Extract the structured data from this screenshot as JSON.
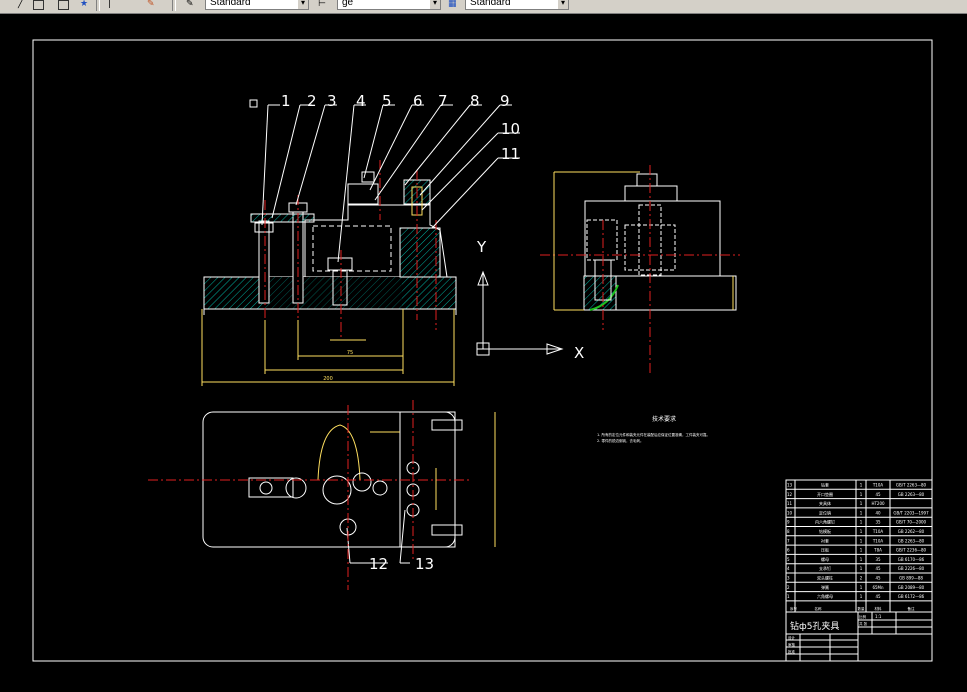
{
  "toolbar": {
    "combo1": "Standard",
    "combo2": "ge",
    "combo3": "Standard",
    "combo_arrow": "▾"
  },
  "drawing": {
    "balloons": [
      "1",
      "2",
      "3",
      "4",
      "5",
      "6",
      "7",
      "8",
      "9",
      "10",
      "11",
      "12",
      "13"
    ],
    "axis_y": "Y",
    "axis_x": "X",
    "tech_title": "技术要求",
    "tech_line1": "1. 所有的定位元件和装夹元件在装配后应保证位置准确，工件装夹可靠。",
    "tech_line2": "2. 零件的锐边倒钝，去毛刺。",
    "title_name": "钻ф5孔夹具",
    "title_scale": "1:1",
    "dim_total": "200",
    "dim_inner": "75"
  },
  "bom": {
    "rows": [
      {
        "no": "13",
        "name": "钻套",
        "qty": "1",
        "mat": "T10A",
        "std": "GB/T 2263—80"
      },
      {
        "no": "12",
        "name": "开口垫圈",
        "qty": "1",
        "mat": "45",
        "std": "GB 2263—80"
      },
      {
        "no": "11",
        "name": "夹具体",
        "qty": "1",
        "mat": "HT200",
        "std": ""
      },
      {
        "no": "10",
        "name": "定位销",
        "qty": "1",
        "mat": "40",
        "std": "GB/T 2203—1997"
      },
      {
        "no": "9",
        "name": "内六角螺钉",
        "qty": "1",
        "mat": "35",
        "std": "GB/T 70—2000"
      },
      {
        "no": "8",
        "name": "钻模板",
        "qty": "1",
        "mat": "T10A",
        "std": "GB 2262—80"
      },
      {
        "no": "7",
        "name": "衬套",
        "qty": "1",
        "mat": "T10A",
        "std": "GB 2263—80"
      },
      {
        "no": "6",
        "name": "压板",
        "qty": "1",
        "mat": "T8A",
        "std": "GB/T 2236—80"
      },
      {
        "no": "5",
        "name": "螺母",
        "qty": "1",
        "mat": "35",
        "std": "GB 6170—86"
      },
      {
        "no": "4",
        "name": "支承钉",
        "qty": "1",
        "mat": "45",
        "std": "GB 2226—80"
      },
      {
        "no": "3",
        "name": "双头螺柱",
        "qty": "2",
        "mat": "45",
        "std": "GB 899—88"
      },
      {
        "no": "2",
        "name": "弹簧",
        "qty": "1",
        "mat": "65Mn",
        "std": "GB 2089—80"
      },
      {
        "no": "1",
        "name": "六角螺母",
        "qty": "1",
        "mat": "45",
        "std": "GB 6172—86"
      }
    ],
    "header": {
      "no": "序号",
      "name": "名称",
      "qty": "数量",
      "mat": "材料",
      "std": "备注"
    },
    "labels": {
      "design": "设计",
      "check": "审核",
      "approve": "批准",
      "scale": "比例",
      "sheet": "共 张"
    }
  }
}
